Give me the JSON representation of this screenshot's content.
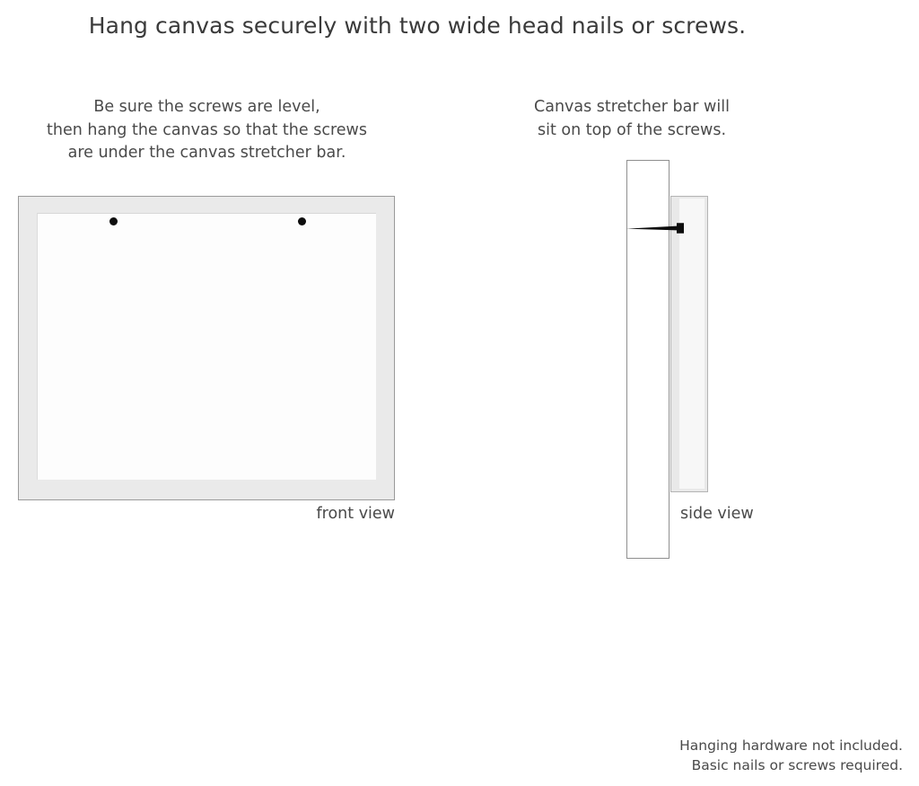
{
  "title": "Hang canvas securely with two wide head nails or screws.",
  "captions": {
    "left": {
      "line1": "Be sure the screws are level,",
      "line2": "then hang the canvas so that the screws",
      "line3": "are under the canvas stretcher bar."
    },
    "right": {
      "line1": "Canvas stretcher bar will",
      "line2": "sit on top of the screws."
    }
  },
  "front_view": {
    "label": "front view",
    "screw_left_name": "screw-head-left",
    "screw_right_name": "screw-head-right"
  },
  "side_view": {
    "label": "side view"
  },
  "footer": {
    "line1": "Hanging hardware not included.",
    "line2": "Basic nails or screws required."
  },
  "colors": {
    "background": "#ffffff",
    "text": "#3d3d3d",
    "frame_fill": "#eaeaea",
    "frame_border": "#9a9a9a",
    "panel_fill": "#fdfdfd",
    "screw_black": "#0d0d0d",
    "wall_fill": "#ffffff",
    "wall_border": "#8f8f8f",
    "canvas_fill": "#e9e9e9",
    "canvas_border": "#b4b4b4"
  }
}
